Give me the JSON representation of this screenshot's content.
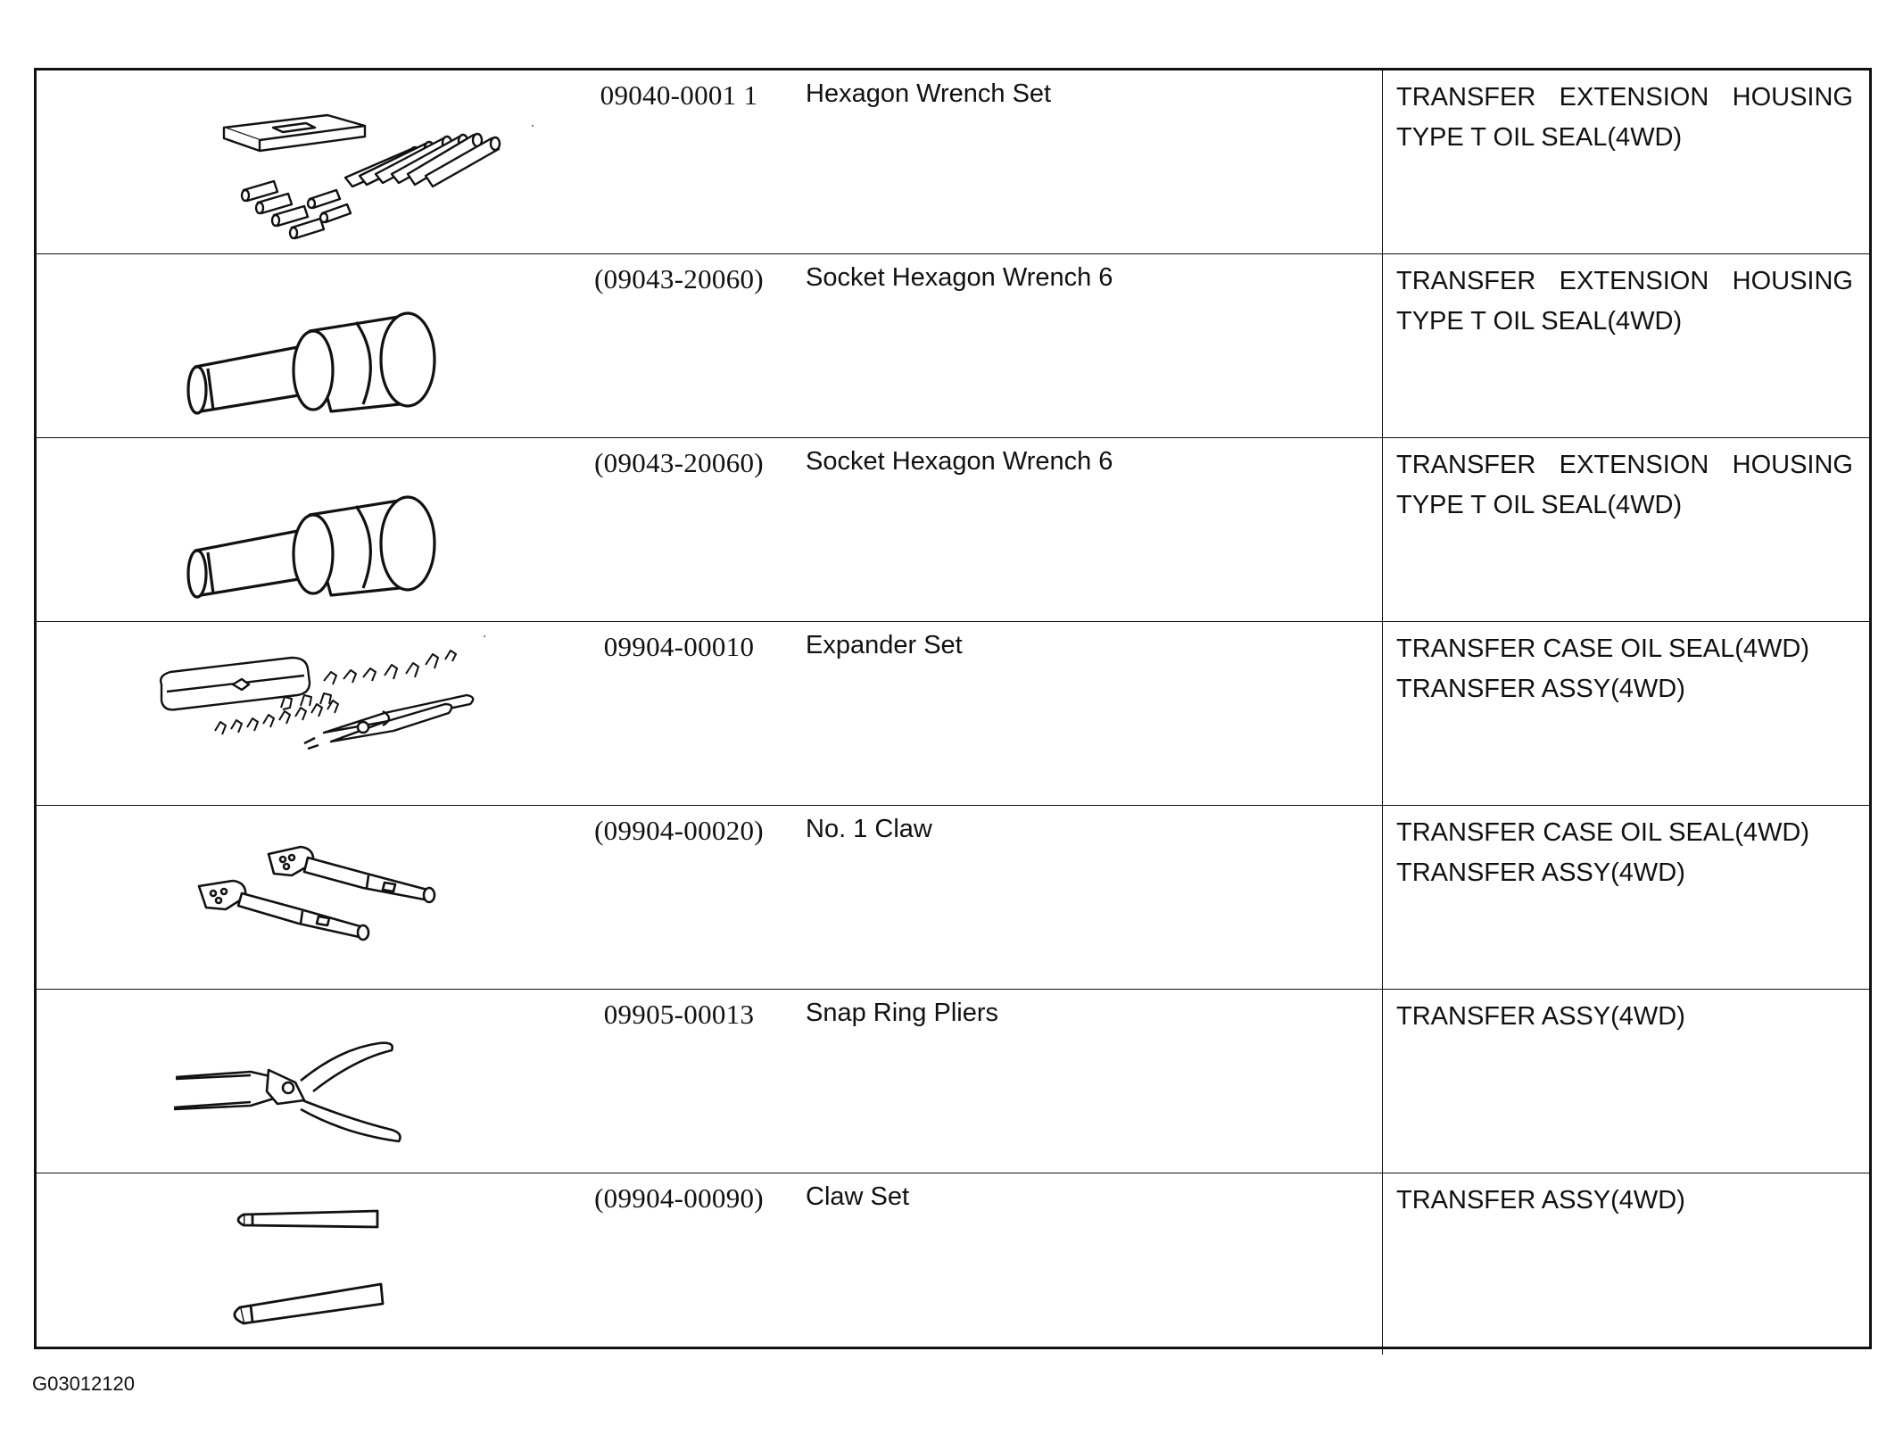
{
  "rows": [
    {
      "part_no": "09040-0001 1",
      "part_name": "Hexagon Wrench Set",
      "illustration": "hexagon-wrench-set-icon",
      "usage": [
        {
          "words": [
            "TRANSFER",
            "EXTENSION",
            "HOUSING"
          ]
        },
        {
          "text": "TYPE T OIL SEAL(4WD)"
        }
      ]
    },
    {
      "part_no": "(09043-20060)",
      "part_name": "Socket Hexagon Wrench 6",
      "illustration": "socket-hexagon-wrench-icon",
      "usage": [
        {
          "words": [
            "TRANSFER",
            "EXTENSION",
            "HOUSING"
          ]
        },
        {
          "text": "TYPE T OIL SEAL(4WD)"
        }
      ]
    },
    {
      "part_no": "(09043-20060)",
      "part_name": "Socket Hexagon Wrench 6",
      "illustration": "socket-hexagon-wrench-icon",
      "usage": [
        {
          "words": [
            "TRANSFER",
            "EXTENSION",
            "HOUSING"
          ]
        },
        {
          "text": "TYPE T OIL SEAL(4WD)"
        }
      ]
    },
    {
      "part_no": "09904-00010",
      "part_name": "Expander Set",
      "illustration": "expander-set-icon",
      "usage": [
        {
          "text": "TRANSFER CASE OIL SEAL(4WD)"
        },
        {
          "text": "TRANSFER ASSY(4WD)"
        }
      ]
    },
    {
      "part_no": "(09904-00020)",
      "part_name": "No. 1 Claw",
      "illustration": "claw-icon",
      "usage": [
        {
          "text": "TRANSFER CASE OIL SEAL(4WD)"
        },
        {
          "text": "TRANSFER ASSY(4WD)"
        }
      ]
    },
    {
      "part_no": "09905-00013",
      "part_name": "Snap Ring Pliers",
      "illustration": "snap-ring-pliers-icon",
      "usage": [
        {
          "text": "TRANSFER ASSY(4WD)"
        }
      ]
    },
    {
      "part_no": "(09904-00090)",
      "part_name": "Claw Set",
      "illustration": "claw-set-icon",
      "usage": [
        {
          "text": "TRANSFER ASSY(4WD)"
        }
      ]
    }
  ],
  "footer": {
    "code": "G03012120"
  }
}
